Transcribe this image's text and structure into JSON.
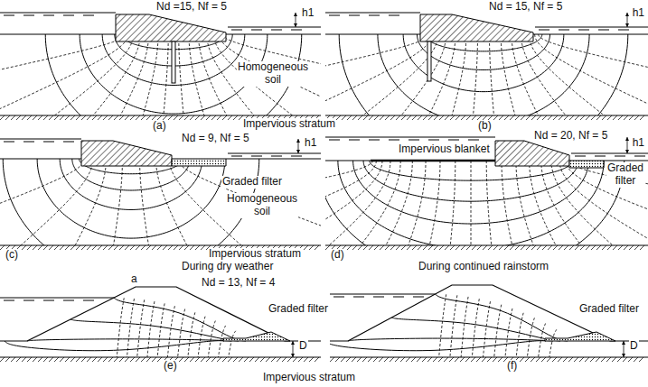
{
  "diagram": {
    "labels": [
      "Nd =15, Nf = 5",
      "h1",
      "Homogeneous soil",
      "(a)",
      "Impervious stratum",
      "Nd = 15, Nf = 5",
      "h1",
      "(b)",
      "Nd = 9, Nf = 5",
      "h1",
      "Graded filter",
      "Homogeneous soil",
      "(c)",
      "Impervious stratum",
      "During dry weather",
      "Impervious blanket",
      "Nd = 20, Nf = 5",
      "h1",
      "Graded filter",
      "(d)",
      "During continued rainstorm",
      "a",
      "Nd = 13, Nf = 4",
      "Graded filter",
      "D",
      "(e)",
      "Graded filter",
      "D",
      "(f)",
      "Impervious stratum"
    ]
  }
}
